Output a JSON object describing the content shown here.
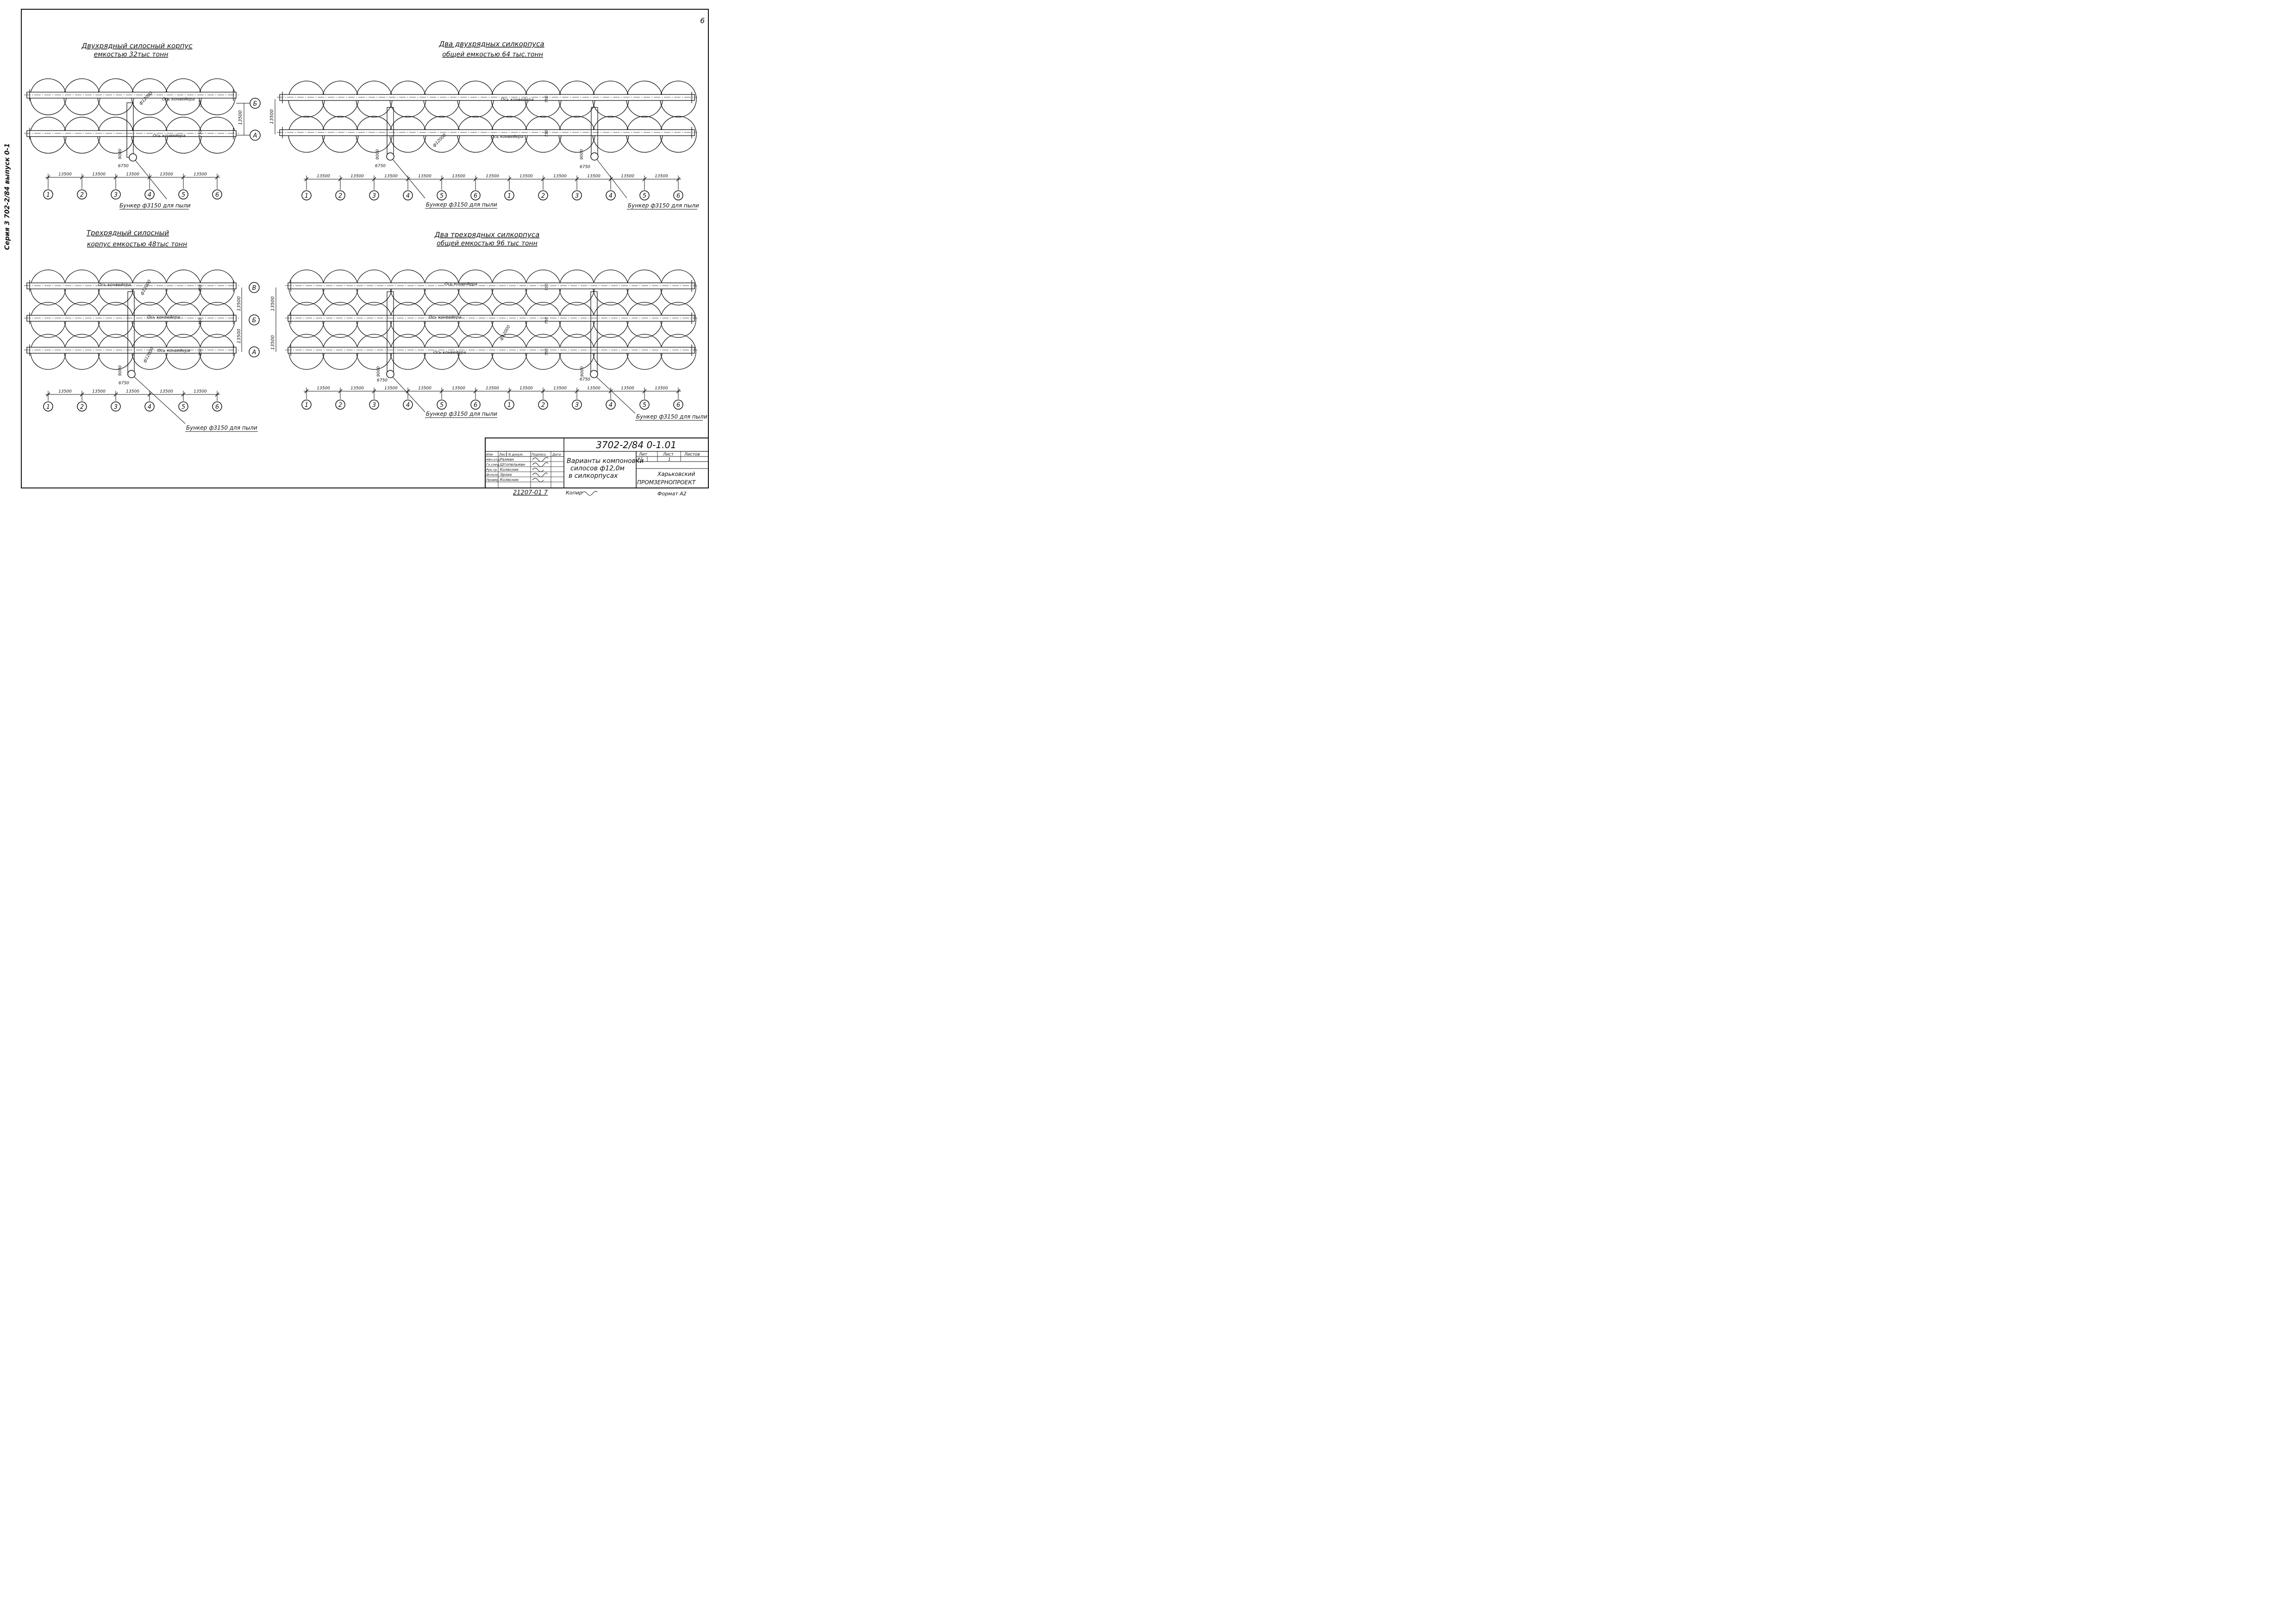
{
  "sheet": {
    "page_number": "6",
    "series_text": "Серия 3 702-2/84 выпуск 0-1",
    "copy_label": "Копир",
    "inventory_number": "21207-01 7",
    "format_label": "Формат А2"
  },
  "panels": {
    "p1": {
      "title_line1": "Двухрядный силосный корпус",
      "title_line2": "емкостью 32тыс тонн",
      "row_labels": [
        "Б",
        "А"
      ],
      "dia_label": "ф12000",
      "row_spacing": "13500",
      "conveyor_label": "Ось конвейера",
      "dim_750": "750",
      "dim_9000": "9000",
      "dim_6750": "6750",
      "column_spacing": [
        "13500",
        "13500",
        "13500",
        "13500",
        "13500"
      ],
      "axis_labels": [
        "1",
        "2",
        "3",
        "4",
        "5",
        "6"
      ],
      "bunker_label": "Бункер ф3150 для пыли"
    },
    "p2": {
      "title_line1": "Два двухрядных силкорпуса",
      "title_line2": "общей емкостью 64 тыс.тонн",
      "row_spacing": "13500",
      "conveyor_label": "Ось конвейера",
      "dia_label": "ф12000",
      "dim_750": "750",
      "dim_9000": "9000",
      "dim_6750": "6750",
      "column_spacing": [
        "13500",
        "13500",
        "13500",
        "13500",
        "13500",
        "13500",
        "13500",
        "13500",
        "13500",
        "13500",
        "13500"
      ],
      "axis_labels": [
        "1",
        "2",
        "3",
        "4",
        "5",
        "6",
        "1",
        "2",
        "3",
        "4",
        "5",
        "6"
      ],
      "bunker_label": "Бункер ф3150 для пыли"
    },
    "p3": {
      "title_line1": "Трехрядный силосный",
      "title_line2": "корпус емкостью 48тыс тонн",
      "row_labels": [
        "В",
        "Б",
        "А"
      ],
      "row_spacing": [
        "13500",
        "13500"
      ],
      "conveyor_label": "Ось конвейера",
      "dia_label": "ф12000",
      "dim_750": "750",
      "dim_9000": "9000",
      "dim_6750": "6750",
      "column_spacing": [
        "13500",
        "13500",
        "13500",
        "13500",
        "13500"
      ],
      "axis_labels": [
        "1",
        "2",
        "3",
        "4",
        "5",
        "6"
      ],
      "bunker_label": "Бункер ф3150 для пыли"
    },
    "p4": {
      "title_line1": "Два трехрядных силкорпуса",
      "title_line2": "общей емкостью 96 тыс тонн",
      "row_spacing": [
        "13500",
        "13500"
      ],
      "conveyor_label": "Ось конвейера",
      "dia_label": "ф12000",
      "dim_750": "750",
      "dim_9000": "9000",
      "dim_6750": "6750",
      "column_spacing": [
        "13500",
        "13500",
        "13500",
        "13500",
        "13500",
        "13500",
        "13500",
        "13500",
        "13500",
        "13500",
        "13500"
      ],
      "axis_labels": [
        "1",
        "2",
        "3",
        "4",
        "5",
        "6",
        "1",
        "2",
        "3",
        "4",
        "5",
        "6"
      ],
      "bunker_label": "Бункер ф3150 для пыли"
    }
  },
  "title_block": {
    "document_code": "3702-2/84 0-1.01",
    "header": [
      "Изм",
      "Лист",
      "N докум.",
      "Подпись",
      "Дата"
    ],
    "roles": [
      {
        "role": "Нач.отд.",
        "name": "Разман"
      },
      {
        "role": "Гл.спец.",
        "name": "Штопельман"
      },
      {
        "role": "Рук.гр.",
        "name": "Колесник"
      },
      {
        "role": "Исполн.",
        "name": "Эрлих"
      },
      {
        "role": "Провер.",
        "name": "Колесник"
      }
    ],
    "doc_title": [
      "Варианты компоновки",
      "силосов ф12,0м",
      "в силкорпусах"
    ],
    "stage_headers": [
      "Лит",
      "Лист",
      "Листов"
    ],
    "stage_values": [
      "Р",
      "1",
      ""
    ],
    "organization": [
      "Харьковский",
      "ПРОМЗЕРНОПРОЕКТ"
    ]
  }
}
